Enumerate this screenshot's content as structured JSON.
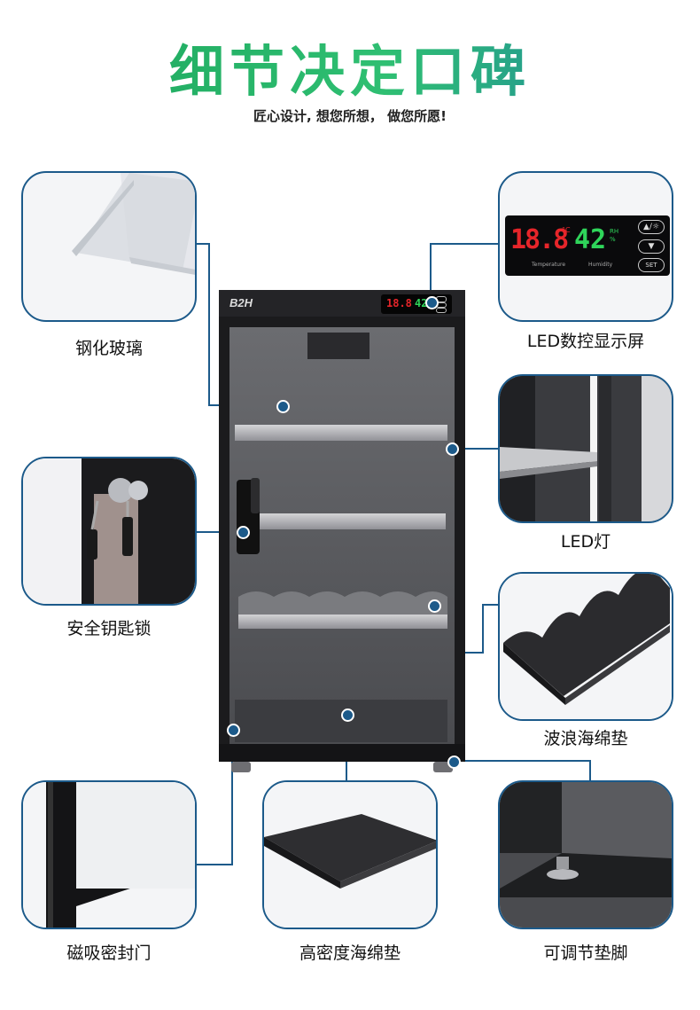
{
  "heading": {
    "title": "细节决定口碑",
    "subtitle": "匠心设计, 想您所想， 做您所愿!"
  },
  "cabinet": {
    "brand": "B2H",
    "display_temp": "18.8",
    "display_humidity": "42"
  },
  "display_panel": {
    "temp": "18.8",
    "humidity": "42",
    "temp_unit": "°C",
    "humidity_unit": "RH %",
    "temp_caption": "Temperature",
    "humidity_caption": "Humidity",
    "set_label": "SET"
  },
  "features": {
    "glass": "钢化玻璃",
    "led_display": "LED数控显示屏",
    "led_light": "LED灯",
    "lock": "安全钥匙锁",
    "wave_sponge": "波浪海绵垫",
    "magnetic_door": "磁吸密封门",
    "dense_sponge": "高密度海绵垫",
    "feet": "可调节垫脚"
  },
  "colors": {
    "accent": "#1c5a8a",
    "title_green": "#1aa35a",
    "cabinet_body": "#1b1b1d",
    "temp_red": "#e6252a",
    "humidity_green": "#2fd45a"
  }
}
